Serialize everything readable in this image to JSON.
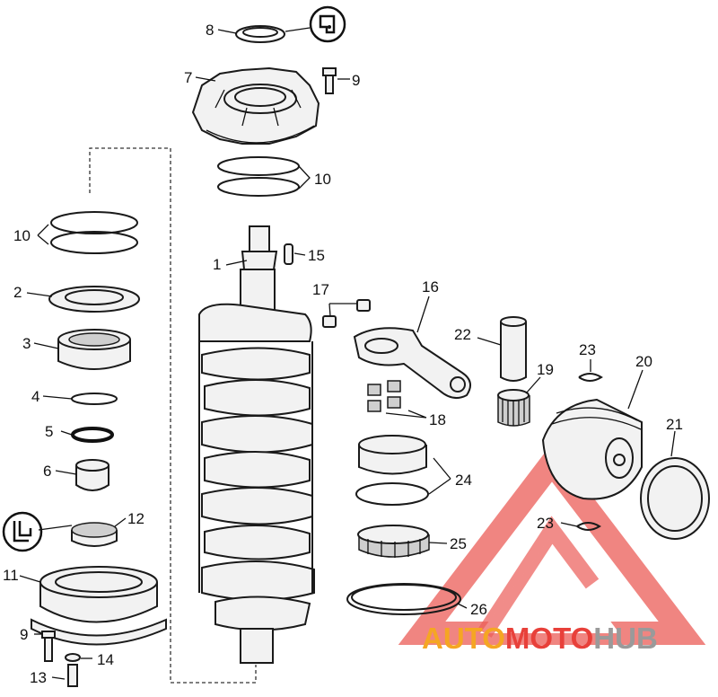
{
  "labels": [
    {
      "id": "8",
      "text": "8"
    },
    {
      "id": "7",
      "text": "7"
    },
    {
      "id": "9a",
      "text": "9"
    },
    {
      "id": "10a",
      "text": "10"
    },
    {
      "id": "10b",
      "text": "10"
    },
    {
      "id": "1",
      "text": "1"
    },
    {
      "id": "15",
      "text": "15"
    },
    {
      "id": "2",
      "text": "2"
    },
    {
      "id": "17",
      "text": "17"
    },
    {
      "id": "16",
      "text": "16"
    },
    {
      "id": "3",
      "text": "3"
    },
    {
      "id": "22",
      "text": "22"
    },
    {
      "id": "23a",
      "text": "23"
    },
    {
      "id": "20",
      "text": "20"
    },
    {
      "id": "19",
      "text": "19"
    },
    {
      "id": "4",
      "text": "4"
    },
    {
      "id": "18",
      "text": "18"
    },
    {
      "id": "21",
      "text": "21"
    },
    {
      "id": "5",
      "text": "5"
    },
    {
      "id": "6",
      "text": "6"
    },
    {
      "id": "24",
      "text": "24"
    },
    {
      "id": "12",
      "text": "12"
    },
    {
      "id": "23b",
      "text": "23"
    },
    {
      "id": "25",
      "text": "25"
    },
    {
      "id": "11",
      "text": "11"
    },
    {
      "id": "26",
      "text": "26"
    },
    {
      "id": "9b",
      "text": "9"
    },
    {
      "id": "14",
      "text": "14"
    },
    {
      "id": "13",
      "text": "13"
    }
  ],
  "watermark": {
    "part1": "AUTO",
    "part2": "MOTO",
    "part3": "HUB",
    "color_orange": "#f5a623",
    "color_red": "#e8403a",
    "color_gray": "#9a9a9a"
  },
  "icons": [
    "sealant-tube-icon",
    "sealant-tube-icon"
  ]
}
